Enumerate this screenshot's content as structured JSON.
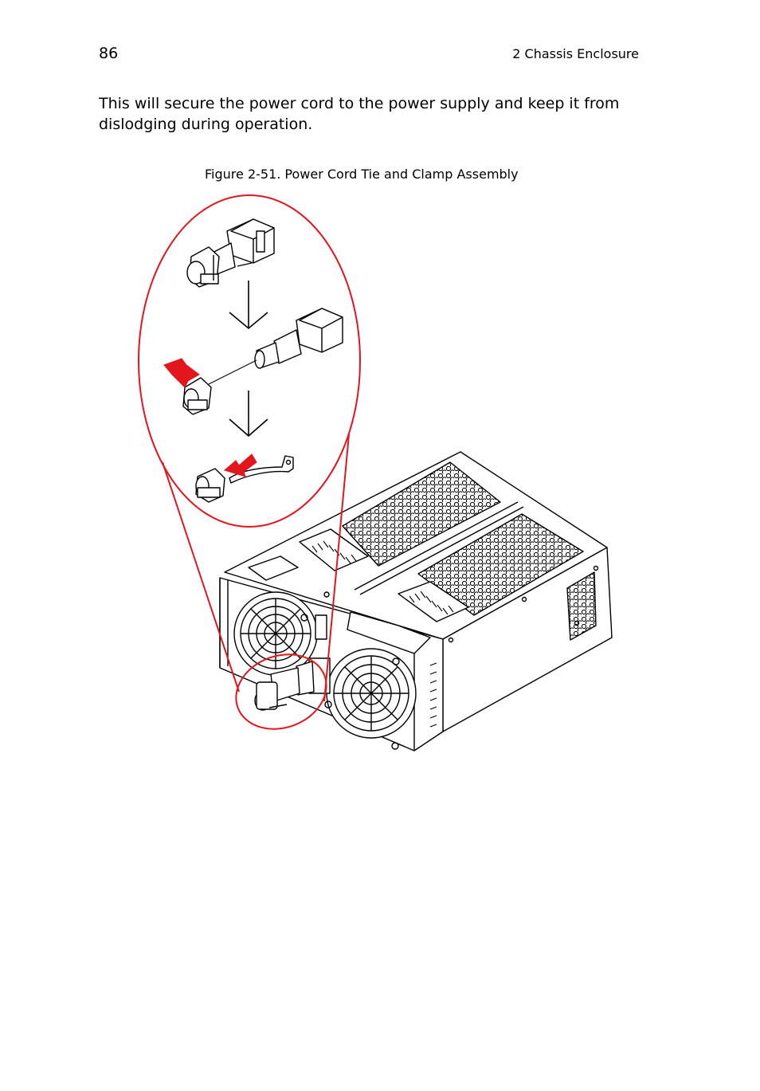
{
  "header": {
    "page_number": "86",
    "running_title": "2 Chassis Enclosure"
  },
  "body": {
    "paragraph": "This will secure the power cord to the power supply and keep it from dislodging during operation."
  },
  "figure": {
    "caption": "Figure 2-51. Power Cord Tie and Clamp Assembly",
    "highlight_color": "#e3161e",
    "line_color": "#000000"
  }
}
